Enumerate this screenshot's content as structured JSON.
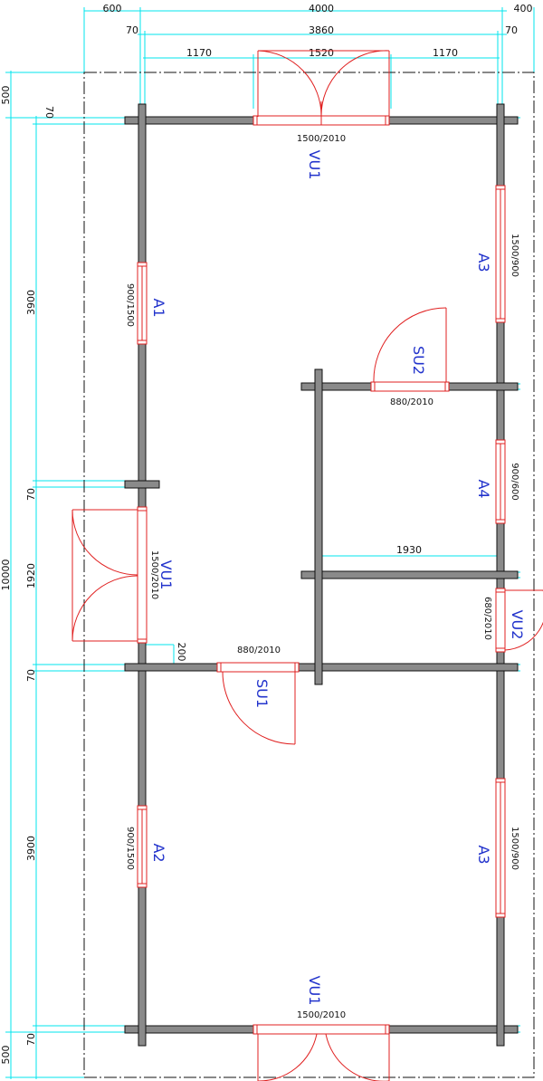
{
  "colors": {
    "dimension_line": "#00e5ee",
    "wall": "#8a8a8a",
    "opening": "#e02020",
    "tag_text": "#2233cc",
    "dim_text": "#111111"
  },
  "dimensions": {
    "top_outer": [
      "600",
      "4000",
      "400"
    ],
    "top_inner": [
      "70",
      "3860",
      "70"
    ],
    "top_openings": [
      "1170",
      "1520",
      "1170"
    ],
    "left_outer": [
      "500",
      "10000",
      "500"
    ],
    "left_inner": [
      "70",
      "3900",
      "70",
      "1920",
      "70",
      "3900",
      "70"
    ],
    "corridor_width": "1930",
    "step": "200"
  },
  "openings": {
    "front_door": {
      "tag": "VU1",
      "size": "1500/2010"
    },
    "back_door": {
      "tag": "VU1",
      "size": "1500/2010"
    },
    "side_door": {
      "tag": "VU1",
      "size": "1500/2010"
    },
    "window_a1": {
      "tag": "A1",
      "size": "900/1500"
    },
    "window_a2": {
      "tag": "A2",
      "size": "900/1500"
    },
    "window_a3_top": {
      "tag": "A3",
      "size": "1500/900"
    },
    "window_a3_bottom": {
      "tag": "A3",
      "size": "1500/900"
    },
    "window_a4": {
      "tag": "A4",
      "size": "900/600"
    },
    "door_su1": {
      "tag": "SU1",
      "size": "880/2010"
    },
    "door_su2": {
      "tag": "SU2",
      "size": "880/2010"
    },
    "door_vu2": {
      "tag": "VU2",
      "size": "680/2010"
    }
  }
}
